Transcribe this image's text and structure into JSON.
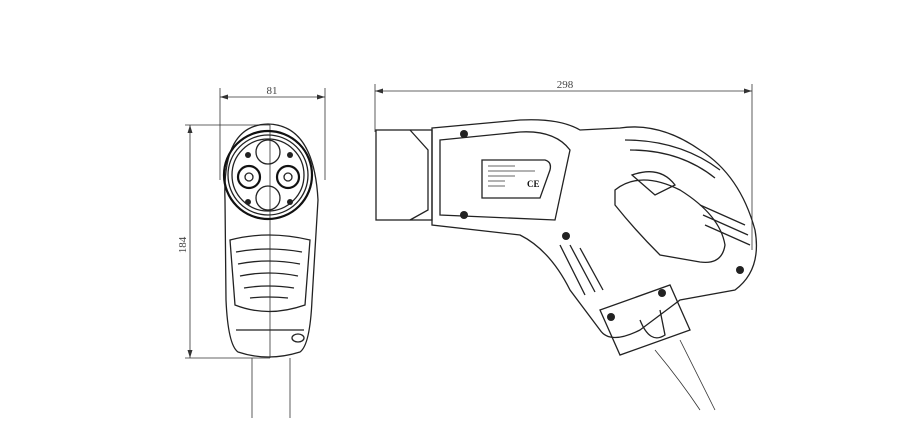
{
  "drawing": {
    "front_view": {
      "width_dimension": "81",
      "height_dimension": "184"
    },
    "side_view": {
      "length_dimension": "298",
      "label_mark": "CE"
    }
  }
}
